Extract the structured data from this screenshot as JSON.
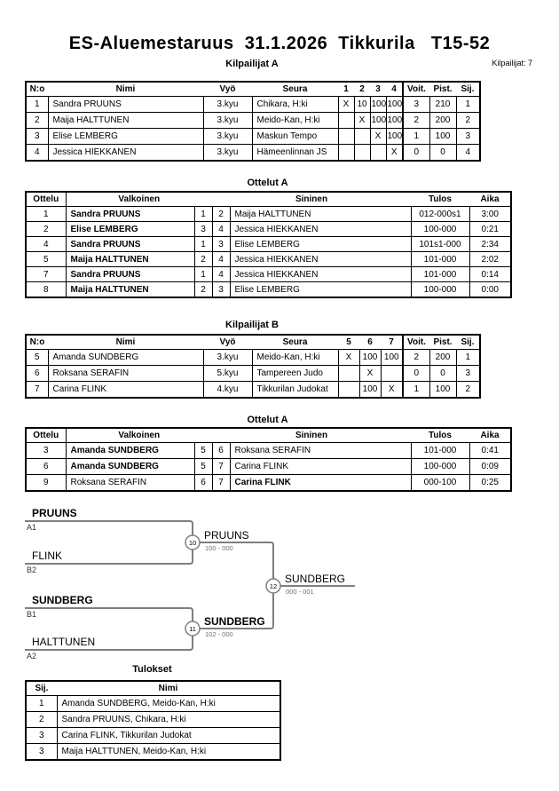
{
  "header": {
    "title": "ES-Aluemestaruus  31.1.2026  Tikkurila   T15-52",
    "competitors": "Kilpailijat: 7"
  },
  "pool_a": {
    "title": "Kilpailijat A",
    "headers": {
      "no": "N:o",
      "name": "Nimi",
      "belt": "Vyö",
      "club": "Seura",
      "m1": "1",
      "m2": "2",
      "m3": "3",
      "m4": "4",
      "wins": "Voit.",
      "points": "Pist.",
      "place": "Sij."
    },
    "rows": [
      {
        "no": "1",
        "name": "Sandra PRUUNS",
        "belt": "3.kyu",
        "club": "Chikara, H:ki",
        "m1": "X",
        "m2": "10",
        "m3": "100",
        "m4": "100",
        "wins": "3",
        "points": "210",
        "place": "1"
      },
      {
        "no": "2",
        "name": "Maija HALTTUNEN",
        "belt": "3.kyu",
        "club": "Meido-Kan, H:ki",
        "m1": "",
        "m2": "X",
        "m3": "100",
        "m4": "100",
        "wins": "2",
        "points": "200",
        "place": "2"
      },
      {
        "no": "3",
        "name": "Elise LEMBERG",
        "belt": "3.kyu",
        "club": "Maskun Tempo",
        "m1": "",
        "m2": "",
        "m3": "X",
        "m4": "100",
        "wins": "1",
        "points": "100",
        "place": "3"
      },
      {
        "no": "4",
        "name": "Jessica HIEKKANEN",
        "belt": "3.kyu",
        "club": "Hämeenlinnan JS",
        "m1": "",
        "m2": "",
        "m3": "",
        "m4": "X",
        "wins": "0",
        "points": "0",
        "place": "4"
      }
    ]
  },
  "matches_a": {
    "title": "Ottelut A",
    "headers": {
      "match": "Ottelu",
      "white": "Valkoinen",
      "blue": "Sininen",
      "result": "Tulos",
      "time": "Aika"
    },
    "rows": [
      {
        "match": "1",
        "white": "Sandra PRUUNS",
        "wn": "1",
        "bn": "2",
        "blue": "Maija HALTTUNEN",
        "result": "012-000s1",
        "time": "3:00"
      },
      {
        "match": "2",
        "white": "Elise LEMBERG",
        "wn": "3",
        "bn": "4",
        "blue": "Jessica HIEKKANEN",
        "result": "100-000",
        "time": "0:21"
      },
      {
        "match": "4",
        "white": "Sandra PRUUNS",
        "wn": "1",
        "bn": "3",
        "blue": "Elise LEMBERG",
        "result": "101s1-000",
        "time": "2:34"
      },
      {
        "match": "5",
        "white": "Maija HALTTUNEN",
        "wn": "2",
        "bn": "4",
        "blue": "Jessica HIEKKANEN",
        "result": "101-000",
        "time": "2:02"
      },
      {
        "match": "7",
        "white": "Sandra PRUUNS",
        "wn": "1",
        "bn": "4",
        "blue": "Jessica HIEKKANEN",
        "result": "101-000",
        "time": "0:14"
      },
      {
        "match": "8",
        "white": "Maija HALTTUNEN",
        "wn": "2",
        "bn": "3",
        "blue": "Elise LEMBERG",
        "result": "100-000",
        "time": "0:00"
      }
    ]
  },
  "pool_b": {
    "title": "Kilpailijat B",
    "headers": {
      "no": "N:o",
      "name": "Nimi",
      "belt": "Vyö",
      "club": "Seura",
      "m1": "5",
      "m2": "6",
      "m3": "7",
      "wins": "Voit.",
      "points": "Pist.",
      "place": "Sij."
    },
    "rows": [
      {
        "no": "5",
        "name": "Amanda SUNDBERG",
        "belt": "3.kyu",
        "club": "Meido-Kan, H:ki",
        "m1": "X",
        "m2": "100",
        "m3": "100",
        "wins": "2",
        "points": "200",
        "place": "1"
      },
      {
        "no": "6",
        "name": "Roksana SERAFIN",
        "belt": "5.kyu",
        "club": "Tampereen Judo",
        "m1": "",
        "m2": "X",
        "m3": "",
        "wins": "0",
        "points": "0",
        "place": "3"
      },
      {
        "no": "7",
        "name": "Carina FLINK",
        "belt": "4.kyu",
        "club": "Tikkurilan Judokat",
        "m1": "",
        "m2": "100",
        "m3": "X",
        "wins": "1",
        "points": "100",
        "place": "2"
      }
    ]
  },
  "matches_b": {
    "title": "Ottelut A",
    "headers": {
      "match": "Ottelu",
      "white": "Valkoinen",
      "blue": "Sininen",
      "result": "Tulos",
      "time": "Aika"
    },
    "rows": [
      {
        "match": "3",
        "white": "Amanda SUNDBERG",
        "wn": "5",
        "bn": "6",
        "blue": "Roksana SERAFIN",
        "result": "101-000",
        "time": "0:41"
      },
      {
        "match": "6",
        "white": "Amanda SUNDBERG",
        "wn": "5",
        "bn": "7",
        "blue": "Carina FLINK",
        "result": "100-000",
        "time": "0:09"
      },
      {
        "match": "9",
        "white": "Roksana SERAFIN",
        "wn": "6",
        "bn": "7",
        "blue": "Carina FLINK",
        "result": "000-100",
        "time": "0:25"
      }
    ]
  },
  "bracket": {
    "slots": [
      {
        "name": "PRUUNS",
        "seed": "A1"
      },
      {
        "name": "FLINK",
        "seed": "B2"
      },
      {
        "name": "SUNDBERG",
        "seed": "B1"
      },
      {
        "name": "HALTTUNEN",
        "seed": "A2"
      }
    ],
    "matches": [
      {
        "number": "10",
        "winner": "PRUUNS",
        "score": "100 - 000"
      },
      {
        "number": "11",
        "winner": "SUNDBERG",
        "score": "102 - 000"
      },
      {
        "number": "12",
        "winner": "SUNDBERG",
        "score": "000 - 001"
      }
    ]
  },
  "results": {
    "title": "Tulokset",
    "headers": {
      "place": "Sij.",
      "name": "Nimi"
    },
    "rows": [
      {
        "place": "1",
        "name": "Amanda SUNDBERG, Meido-Kan, H:ki"
      },
      {
        "place": "2",
        "name": "Sandra PRUUNS, Chikara, H:ki"
      },
      {
        "place": "3",
        "name": "Carina FLINK, Tikkurilan Judokat"
      },
      {
        "place": "3",
        "name": "Maija HALTTUNEN, Meido-Kan, H:ki"
      }
    ]
  },
  "colors": {
    "bracket_line": "#7f7f7f",
    "text": "#000000",
    "background": "#ffffff"
  }
}
